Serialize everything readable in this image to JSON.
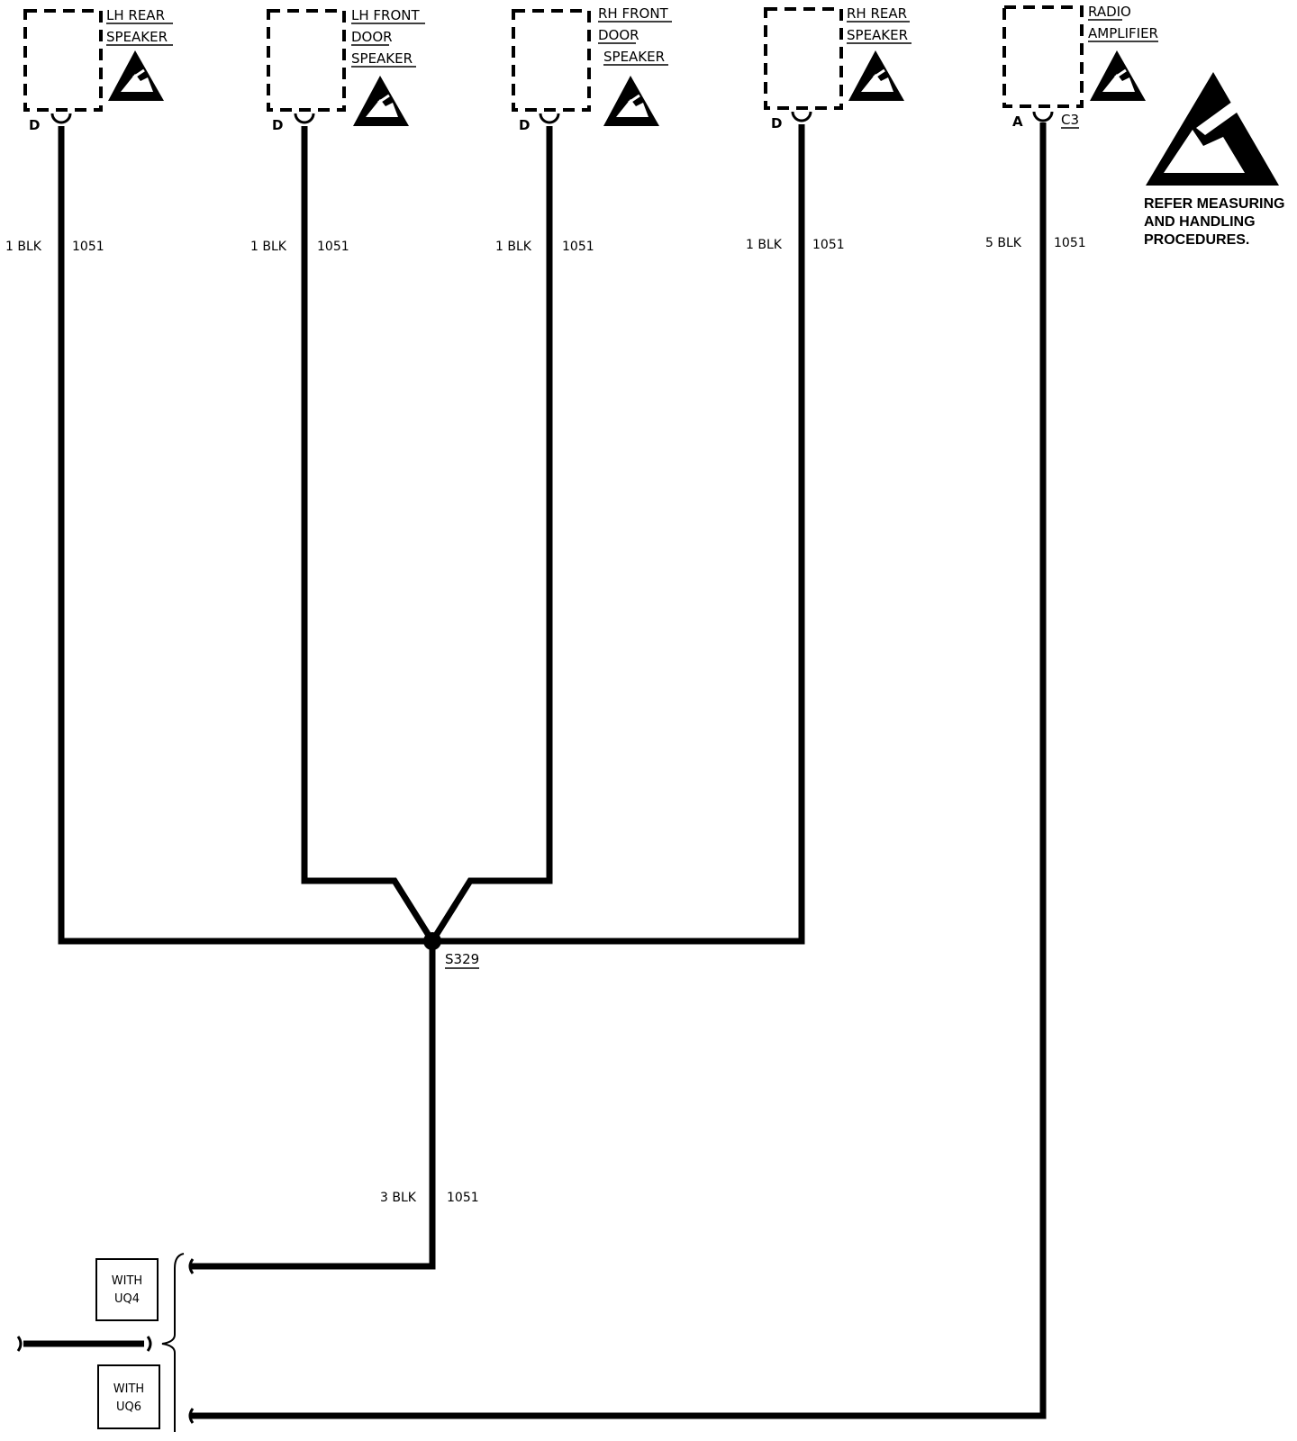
{
  "components": [
    {
      "id": "lh-rear-speaker",
      "lines": [
        "LH REAR",
        "SPEAKER"
      ],
      "pin": "D"
    },
    {
      "id": "lh-front-door-speaker",
      "lines": [
        "LH FRONT",
        "DOOR",
        "SPEAKER"
      ],
      "pin": "D"
    },
    {
      "id": "rh-front-door-speaker",
      "lines": [
        "RH FRONT",
        "DOOR",
        "SPEAKER"
      ],
      "pin": "D"
    },
    {
      "id": "rh-rear-speaker",
      "lines": [
        "RH REAR",
        "SPEAKER"
      ],
      "pin": "D"
    },
    {
      "id": "radio-amplifier",
      "lines": [
        "RADIO",
        "AMPLIFIER"
      ],
      "pin": "A",
      "connector": "C3"
    }
  ],
  "wires": [
    {
      "gauge_color": "1 BLK",
      "circuit": "1051"
    },
    {
      "gauge_color": "1 BLK",
      "circuit": "1051"
    },
    {
      "gauge_color": "1 BLK",
      "circuit": "1051"
    },
    {
      "gauge_color": "1 BLK",
      "circuit": "1051"
    },
    {
      "gauge_color": "5 BLK",
      "circuit": "1051"
    },
    {
      "gauge_color": "3 BLK",
      "circuit": "1051"
    }
  ],
  "splice": {
    "label": "S329"
  },
  "esd_note": [
    "REFER MEASURING",
    "AND HANDLING",
    "PROCEDURES."
  ],
  "options": [
    {
      "lines": [
        "WITH",
        "UQ4"
      ]
    },
    {
      "lines": [
        "WITH",
        "UQ6"
      ]
    }
  ]
}
